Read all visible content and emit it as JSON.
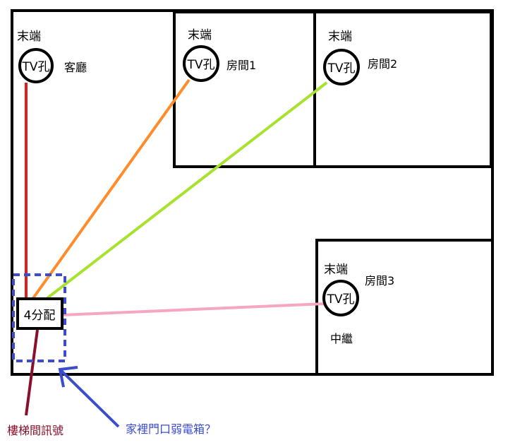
{
  "labels": {
    "terminal": "末端",
    "tv_outlet": "TV孔",
    "living_room": "客廳",
    "room1": "房間1",
    "room2": "房間2",
    "room3": "房間3",
    "relay": "中繼",
    "splitter": "4分配",
    "stairwell_signal": "樓梯間訊號",
    "weak_box_question": "家裡門口弱電箱？"
  },
  "colors": {
    "line_living": "#e02020",
    "line_room1": "#ff8c2a",
    "line_room2": "#a6e22e",
    "line_room3": "#f7a6c0",
    "stair_line": "#8b0f2b",
    "arrow": "#3c4ccf",
    "box_dashed": "#3c4ccf"
  }
}
